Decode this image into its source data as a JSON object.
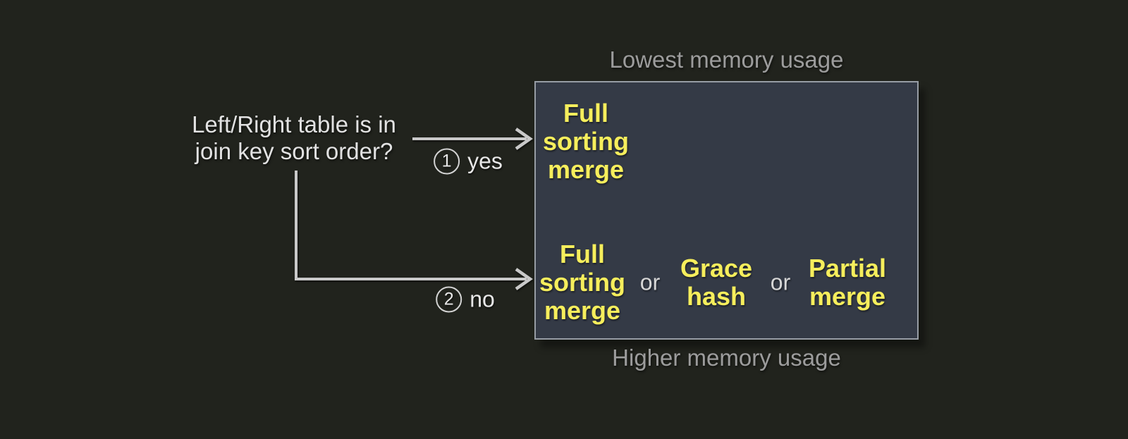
{
  "canvas": {
    "background": "#21231d"
  },
  "question": {
    "line1": "Left/Right table is in",
    "line2": "join key sort order?"
  },
  "branches": {
    "yes": {
      "number": "1",
      "label": "yes"
    },
    "no": {
      "number": "2",
      "label": "no"
    }
  },
  "captions": {
    "top": "Lowest memory usage",
    "bottom": "Higher memory usage"
  },
  "memory_box": {
    "fill": "#343a46",
    "border_color": "#979da5",
    "algorithm_text_color": "#f6ee5c",
    "sorted_row": {
      "algorithm": "Full\nsorting\nmerge"
    },
    "unsorted_row": {
      "algorithm1": "Full\nsorting\nmerge",
      "separator1": "or",
      "algorithm2": "Grace\nhash",
      "separator2": "or",
      "algorithm3": "Partial\nmerge"
    }
  },
  "colors": {
    "arrow": "#c9c9c9",
    "caption_gray": "#9c9c9c",
    "question_text": "#e2e2e2"
  }
}
